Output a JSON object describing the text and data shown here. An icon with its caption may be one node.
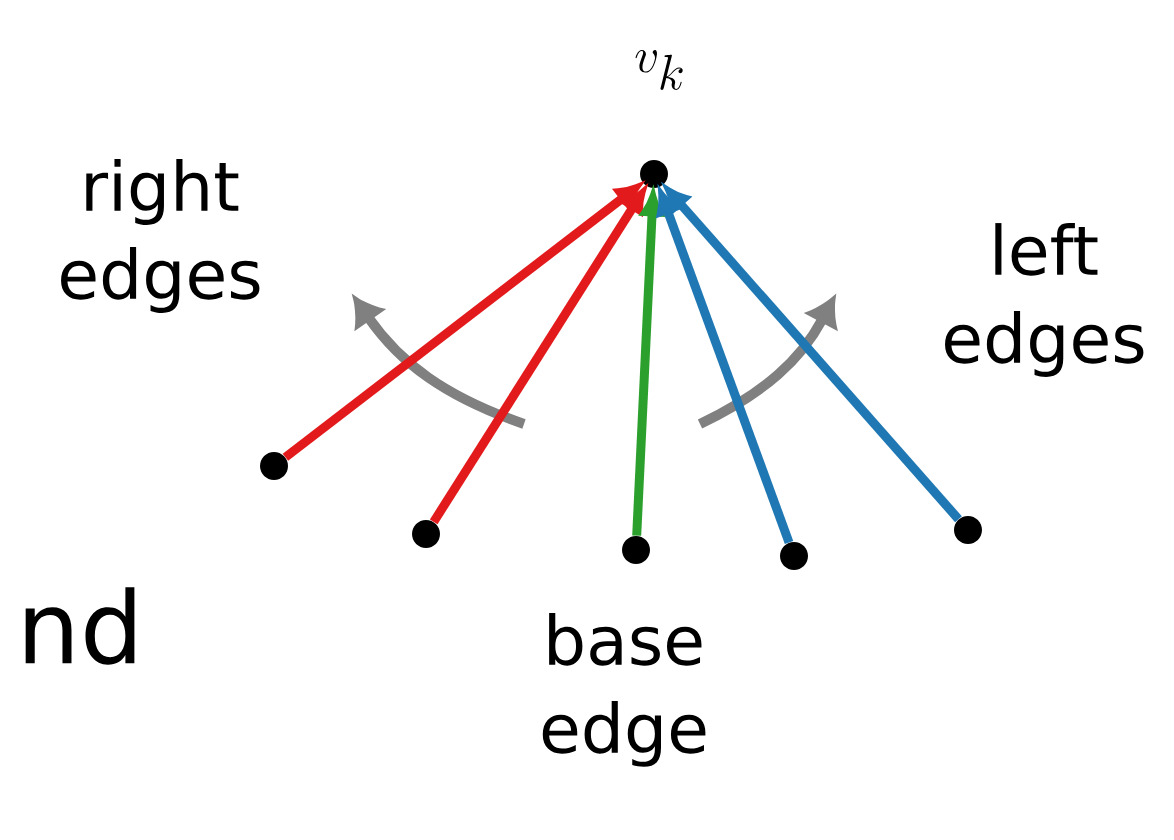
{
  "diagram": {
    "nodes": [
      {
        "text": [],
        "shape": "circle",
        "beside": [
          "v_k"
        ]
      },
      {
        "text": [],
        "shape": "circle"
      },
      {
        "text": [],
        "shape": "circle"
      },
      {
        "text": [],
        "shape": "circle"
      },
      {
        "text": [],
        "shape": "circle"
      },
      {
        "text": [],
        "shape": "circle"
      }
    ],
    "edges": [
      {
        "from": 1,
        "to": 0,
        "arrow": "to",
        "color": "#e31a1c"
      },
      {
        "from": 2,
        "to": 0,
        "arrow": "to",
        "color": "#e31a1c"
      },
      {
        "from": 3,
        "to": 0,
        "arrow": "to",
        "color": "#2ca02c"
      },
      {
        "from": 4,
        "to": 0,
        "arrow": "to",
        "color": "#1f78b4"
      },
      {
        "from": 5,
        "to": 0,
        "arrow": "to",
        "color": "#1f78b4"
      }
    ],
    "labels": [
      "right edges",
      "left edges",
      "base edge",
      "nd"
    ]
  }
}
